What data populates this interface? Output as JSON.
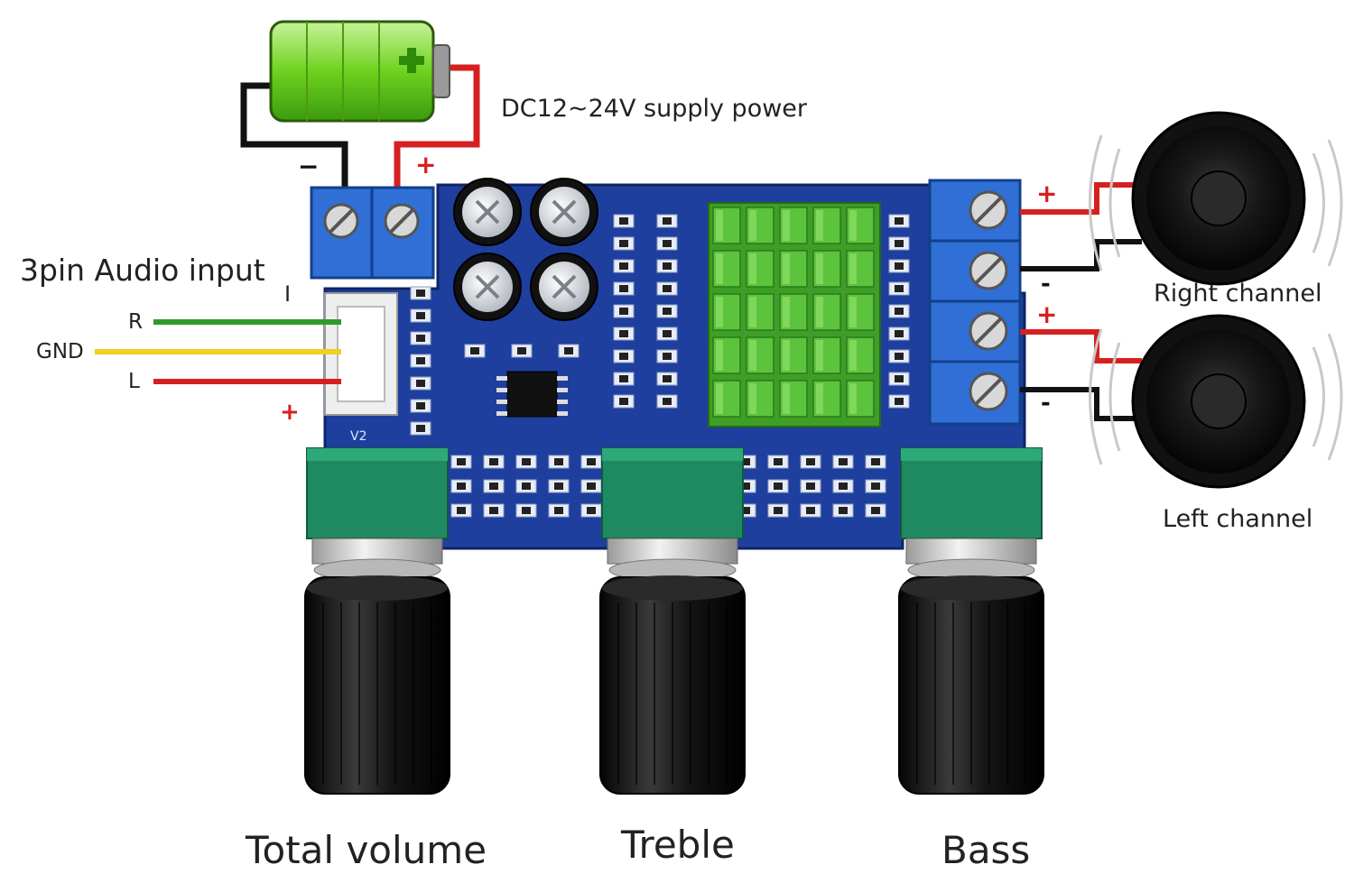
{
  "labels": {
    "supply": "DC12~24V supply power",
    "audio_input": "3pin Audio input",
    "pin_r": "R",
    "pin_gnd": "GND",
    "pin_l": "L",
    "pin_i": "I",
    "board_version": "V2",
    "right_channel": "Right channel",
    "left_channel": "Left channel",
    "knob_volume": "Total volume",
    "knob_treble": "Treble",
    "knob_bass": "Bass"
  },
  "polarity": {
    "battery_neg": "−",
    "battery_pos": "+",
    "input_plus": "+",
    "right_pos": "+",
    "right_neg": "-",
    "left_pos": "+",
    "left_neg": "-"
  },
  "colors": {
    "board": "#1e3f9e",
    "terminal": "#2f6fd6",
    "heatsink": "#45b02c",
    "pot": "#1f8a62",
    "wire_red": "#d62020",
    "wire_black": "#111111",
    "wire_green": "#2f9a2a",
    "wire_yellow": "#f0d020",
    "battery": "#7ddc2a"
  }
}
